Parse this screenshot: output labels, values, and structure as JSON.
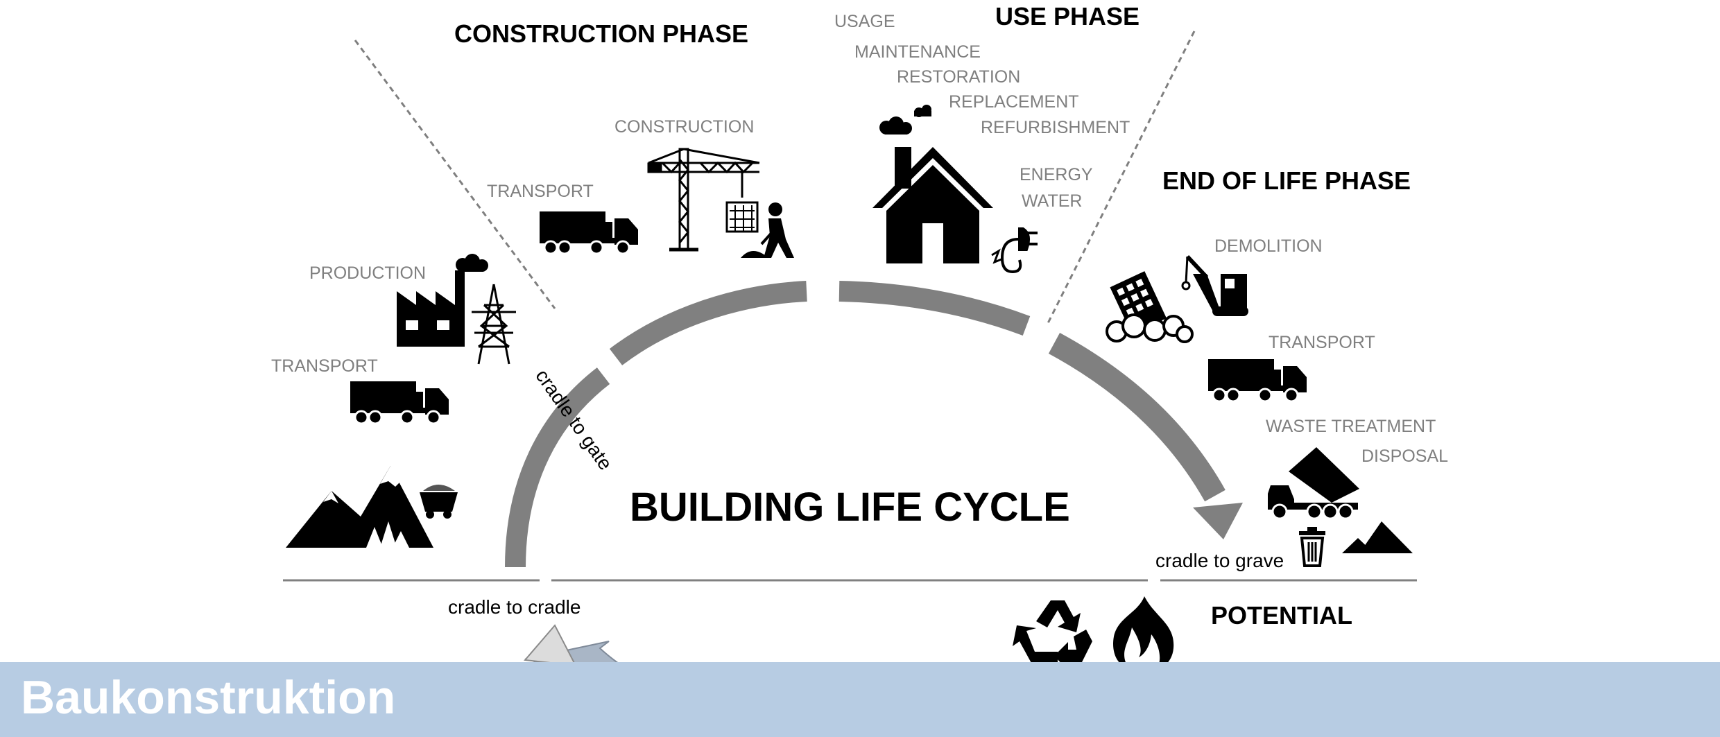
{
  "title": "BUILDING LIFE CYCLE",
  "footer": {
    "title": "Baukonstruktion"
  },
  "phases": {
    "construction": "CONSTRUCTION PHASE",
    "use": "USE PHASE",
    "end_of_life": "END OF LIFE PHASE",
    "potential": "POTENTIAL"
  },
  "labels": {
    "production": "PRODUCTION",
    "transport_1": "TRANSPORT",
    "transport_2": "TRANSPORT",
    "construction": "CONSTRUCTION",
    "usage": "USAGE",
    "maintenance": "MAINTENANCE",
    "restoration": "RESTORATION",
    "replacement": "REPLACEMENT",
    "refurbishment": "REFURBISHMENT",
    "energy": "ENERGY",
    "water": "WATER",
    "demolition": "DEMOLITION",
    "transport_3": "TRANSPORT",
    "waste_treatment": "WASTE TREATMENT",
    "disposal": "DISPOSAL"
  },
  "boundaries": {
    "cradle_to_gate": "cradle to gate",
    "cradle_to_grave": "cradle to grave",
    "cradle_to_cradle": "cradle to cradle"
  },
  "colors": {
    "arc": "#808080",
    "phase_text": "#000000",
    "label_text": "#7f7f7f",
    "footer_band": "#b7cce3",
    "footer_text": "#ffffff"
  },
  "icons": [
    "mountain-icon",
    "mine-cart-icon",
    "truck-icon",
    "factory-icon",
    "power-pylon-icon",
    "crane-icon",
    "worker-icon",
    "house-icon",
    "plug-icon",
    "collapsing-building-icon",
    "excavator-icon",
    "dump-truck-icon",
    "trash-can-icon",
    "heap-icon",
    "recycle-icon",
    "flame-icon"
  ]
}
